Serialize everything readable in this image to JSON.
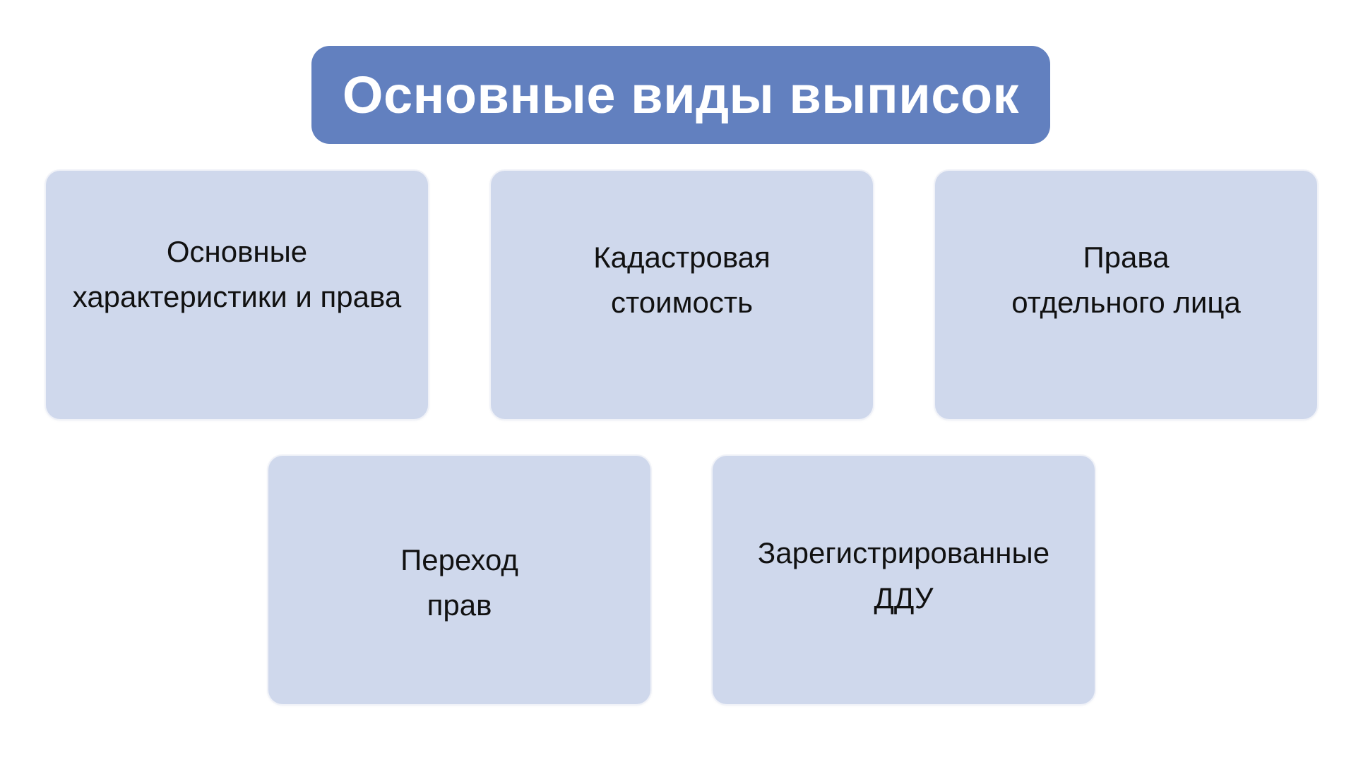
{
  "title": "Основные виды выписок",
  "cards": [
    {
      "line1": "Основные",
      "line2": "характеристики и права"
    },
    {
      "line1": "Кадастровая",
      "line2": "стоимость"
    },
    {
      "line1": "Права",
      "line2": "отдельного лица"
    },
    {
      "line1": "Переход",
      "line2": "прав"
    },
    {
      "line1": "Зарегистрированные",
      "line2": "ДДУ"
    }
  ],
  "colors": {
    "title_background": "#6280bf",
    "title_text": "#ffffff",
    "card_background": "#cfd8ec",
    "card_text": "#111111"
  }
}
